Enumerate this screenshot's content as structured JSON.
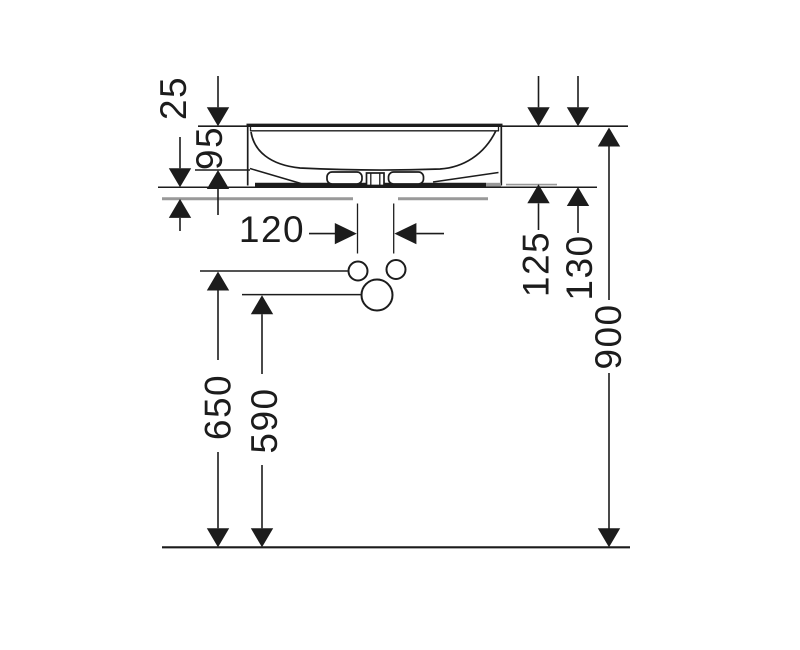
{
  "drawing": {
    "colors": {
      "line": "#1c1c1c",
      "shadow": "#999999",
      "background": "#ffffff"
    },
    "dimension_labels": {
      "d25": "25",
      "d95": "95",
      "d120": "120",
      "d125": "125",
      "d130": "130",
      "d650": "650",
      "d590": "590",
      "d900": "900"
    }
  }
}
